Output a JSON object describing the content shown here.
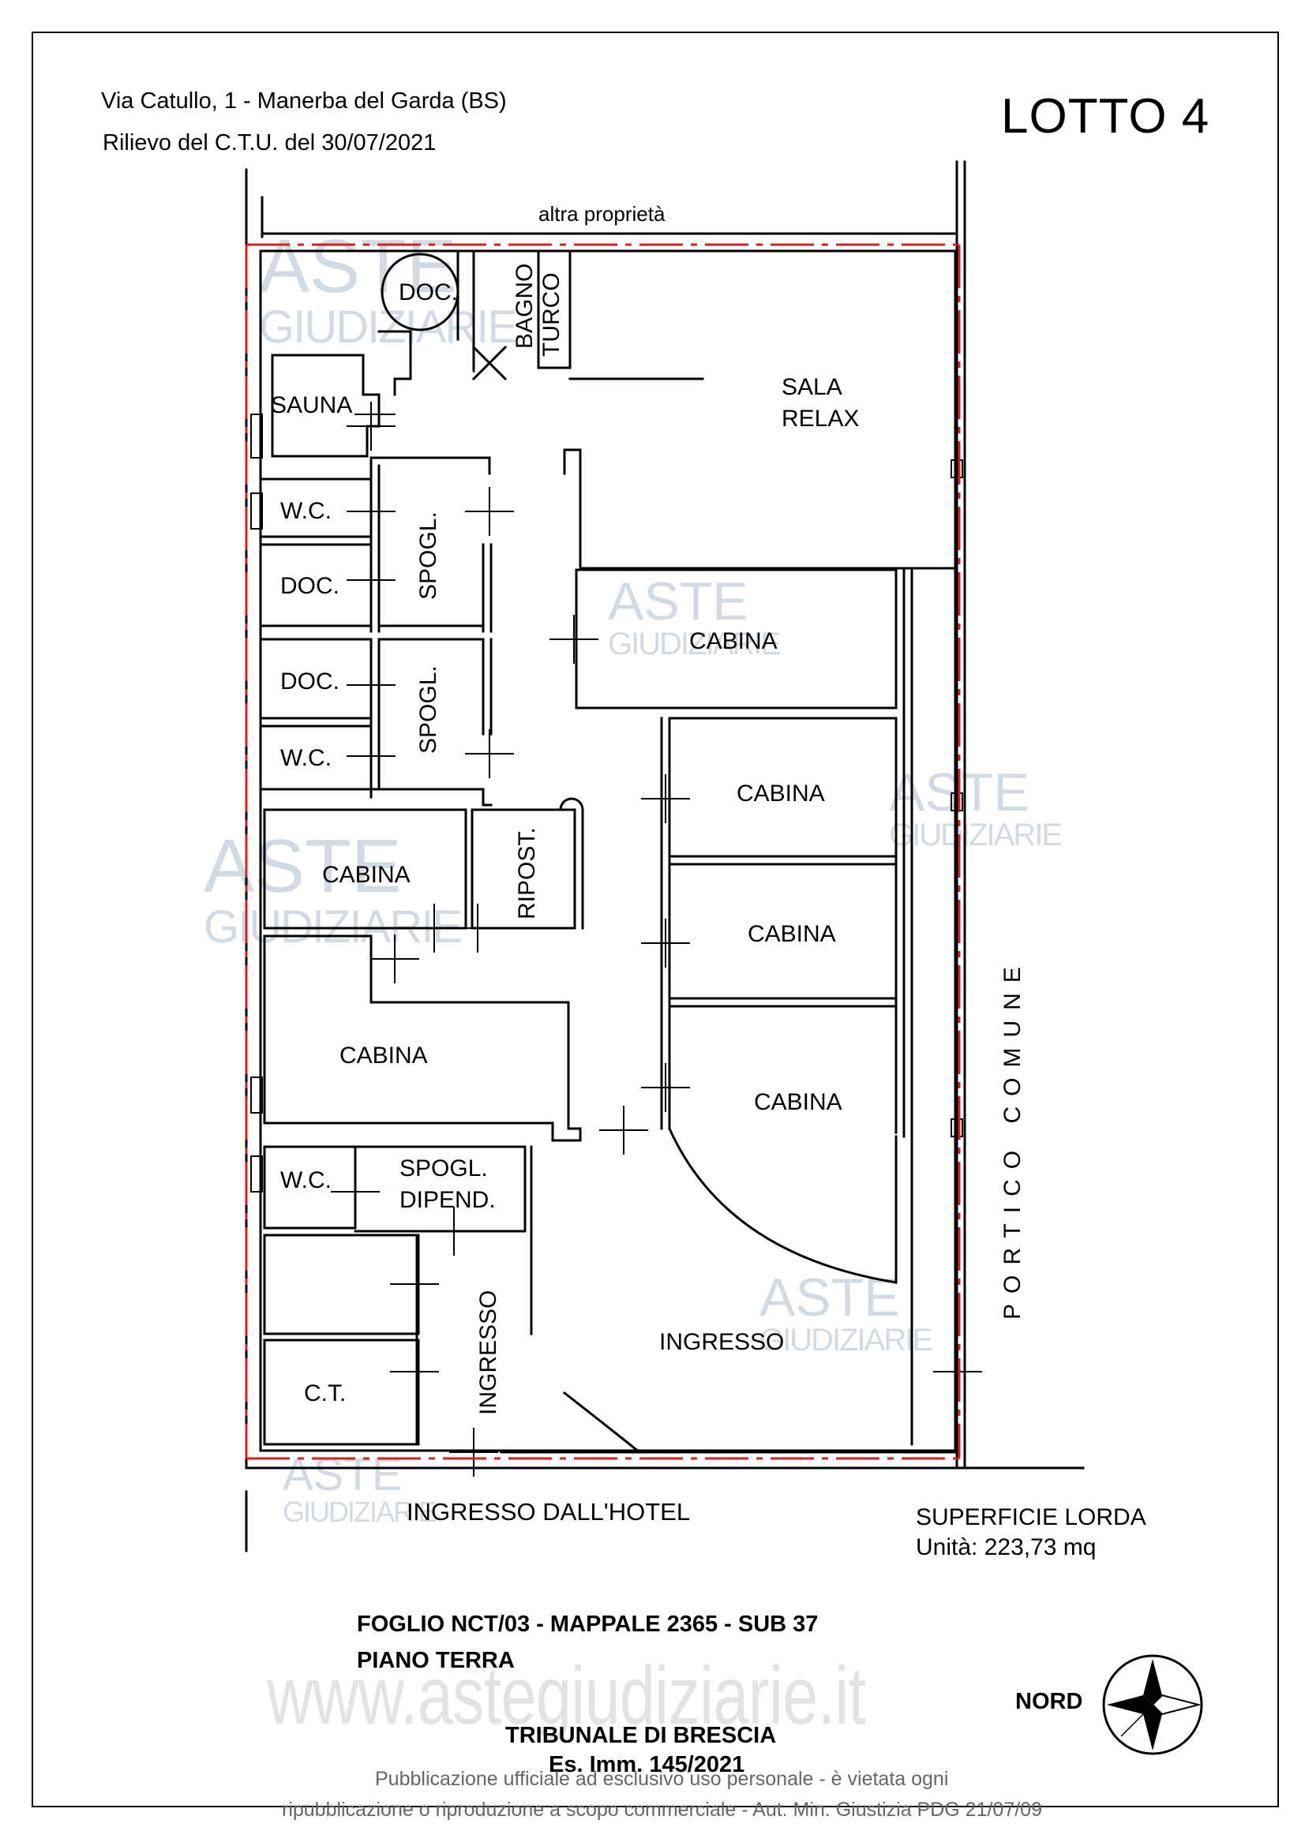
{
  "header": {
    "address": "Via Catullo, 1 - Manerba del Garda (BS)",
    "survey": "Rilievo del C.T.U. del 30/07/2021",
    "lot": "LOTTO 4"
  },
  "plan": {
    "north_neighbor": "altra proprietà",
    "east_label": "PORTICO COMUNE",
    "entrance_hotel": "INGRESSO DALL'HOTEL",
    "rooms": {
      "doc_top": "DOC.",
      "bagno_turco_1": "BAGNO",
      "bagno_turco_2": "TURCO",
      "sala_relax_1": "SALA",
      "sala_relax_2": "RELAX",
      "sauna": "SAUNA",
      "wc_1": "W.C.",
      "doc_1": "DOC.",
      "spogl_1": "SPOGL.",
      "doc_2": "DOC.",
      "wc_2": "W.C.",
      "spogl_2": "SPOGL.",
      "cabina_1": "CABINA",
      "cabina_2": "CABINA",
      "cabina_3": "CABINA",
      "cabina_4": "CABINA",
      "cabina_5": "CABINA",
      "cabina_6": "CABINA",
      "ripost": "RIPOST.",
      "wc_3": "W.C.",
      "spogl_dipend_1": "SPOGL.",
      "spogl_dipend_2": "DIPEND.",
      "ct": "C.T.",
      "ingresso_v": "INGRESSO",
      "ingresso_h": "INGRESSO"
    }
  },
  "surface": {
    "title": "SUPERFICIE LORDA",
    "value": "Unità: 223,73 mq"
  },
  "footer": {
    "cadastral": "FOGLIO NCT/03 - MAPPALE 2365 - SUB 37",
    "floor": "PIANO TERRA",
    "court": "TRIBUNALE DI BRESCIA",
    "case": "Es. Imm. 145/2021",
    "disclaimer_1": "Pubblicazione ufficiale ad esclusivo uso personale - è vietata ogni",
    "disclaimer_2": "ripubblicazione o riproduzione a scopo commerciale - Aut. Min. Giustizia PDG 21/07/09",
    "north": "NORD"
  },
  "watermark": {
    "url": "www.astegiudiziarie.it",
    "brand_1": "ASTE",
    "brand_2": "GIUDIZIARIE"
  },
  "colors": {
    "walls": "#000000",
    "boundary": "#d42020",
    "watermark": "#c3cfdc"
  }
}
